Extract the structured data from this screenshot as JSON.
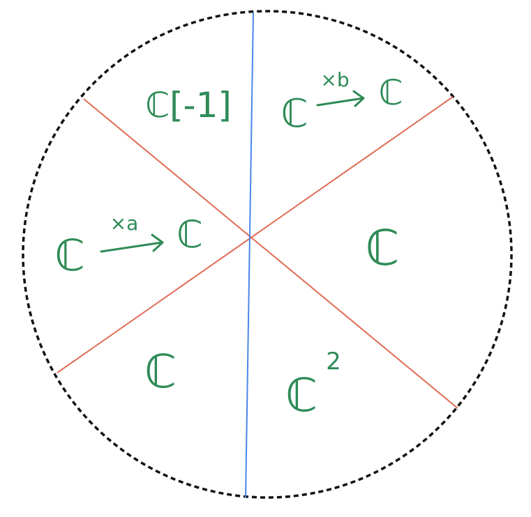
{
  "colors": {
    "background": "#ffffff",
    "circle": "#111111",
    "red_line": "#e06c55",
    "blue_line": "#4a86e8",
    "ink": "#2e8b57"
  },
  "regions": [
    {
      "label": "ℂ[-1]"
    },
    {
      "label": "ℂ",
      "arrow_label": "×b",
      "target": "ℂ"
    },
    {
      "label": "ℂ"
    },
    {
      "label": "ℂ",
      "superscript": "2"
    },
    {
      "label": "ℂ"
    },
    {
      "label": "ℂ",
      "arrow_label": "×a",
      "target": "ℂ"
    }
  ]
}
